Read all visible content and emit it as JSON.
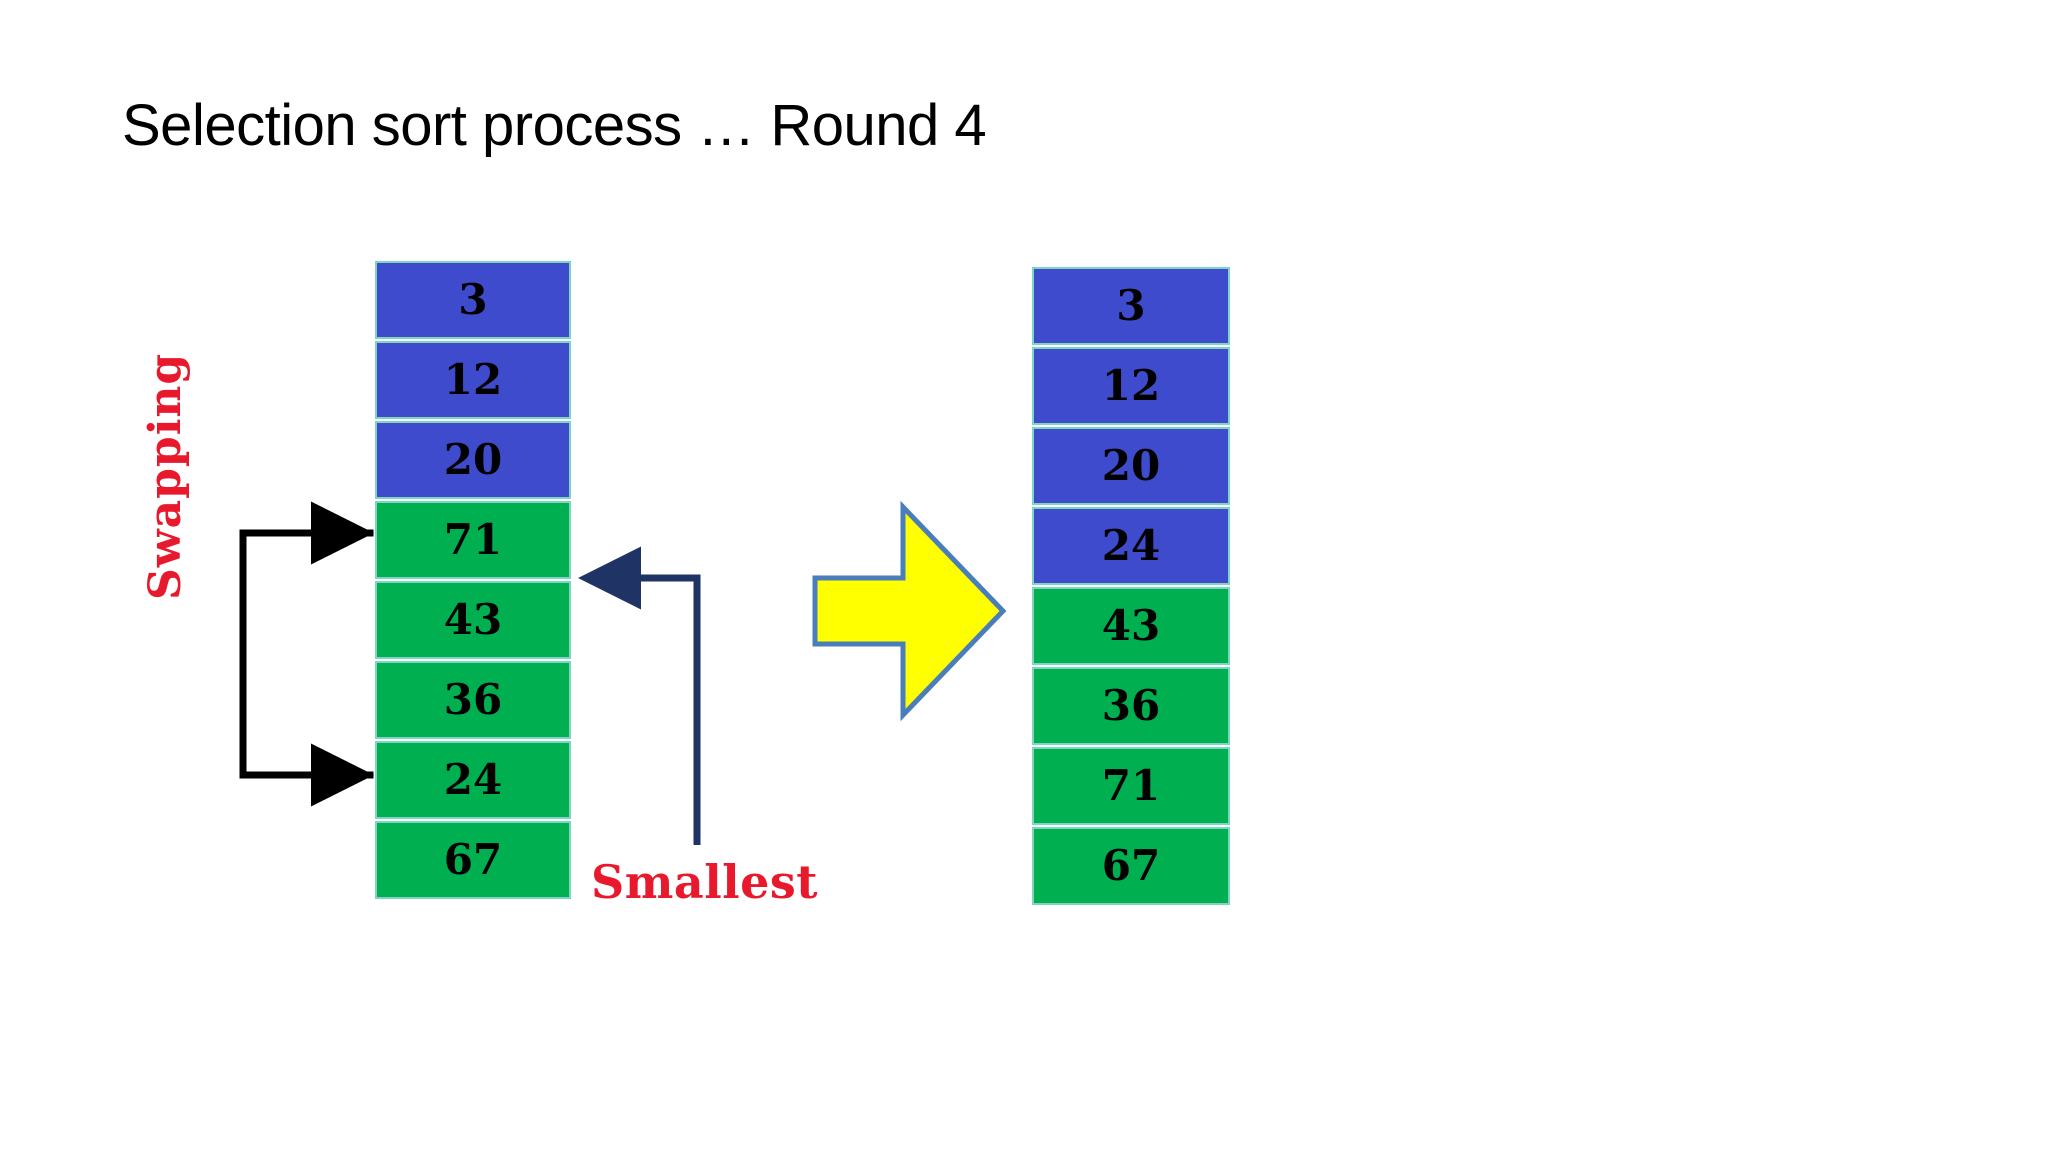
{
  "slide": {
    "title": "Selection sort process … Round 4",
    "background_color": "#ffffff"
  },
  "colors": {
    "cell_blue": "#3d4bcc",
    "cell_green": "#00b050",
    "cell_border": "#7fd6c0",
    "label_red": "#e8192c",
    "swap_arrow_black": "#000000",
    "smallest_arrow_navy": "#1f3364",
    "big_arrow_fill": "#ffff00",
    "big_arrow_stroke": "#4a7ebb",
    "title_text": "#000000"
  },
  "arrays": {
    "before": {
      "name": "array-before",
      "cells": [
        {
          "value": "3",
          "state": "sorted"
        },
        {
          "value": "12",
          "state": "sorted"
        },
        {
          "value": "20",
          "state": "sorted"
        },
        {
          "value": "71",
          "state": "unsorted"
        },
        {
          "value": "43",
          "state": "unsorted"
        },
        {
          "value": "36",
          "state": "unsorted"
        },
        {
          "value": "24",
          "state": "unsorted"
        },
        {
          "value": "67",
          "state": "unsorted"
        }
      ]
    },
    "after": {
      "name": "array-after",
      "cells": [
        {
          "value": "3",
          "state": "sorted"
        },
        {
          "value": "12",
          "state": "sorted"
        },
        {
          "value": "20",
          "state": "sorted"
        },
        {
          "value": "24",
          "state": "sorted"
        },
        {
          "value": "43",
          "state": "unsorted"
        },
        {
          "value": "36",
          "state": "unsorted"
        },
        {
          "value": "71",
          "state": "unsorted"
        },
        {
          "value": "67",
          "state": "unsorted"
        }
      ]
    }
  },
  "annotations": {
    "swapping_label": "Swapping",
    "smallest_label": "Smallest"
  },
  "icons": {
    "swap_bracket": "swap-bracket-arrow-icon",
    "smallest_pointer": "smallest-pointer-arrow-icon",
    "transition": "yellow-right-arrow-icon"
  }
}
